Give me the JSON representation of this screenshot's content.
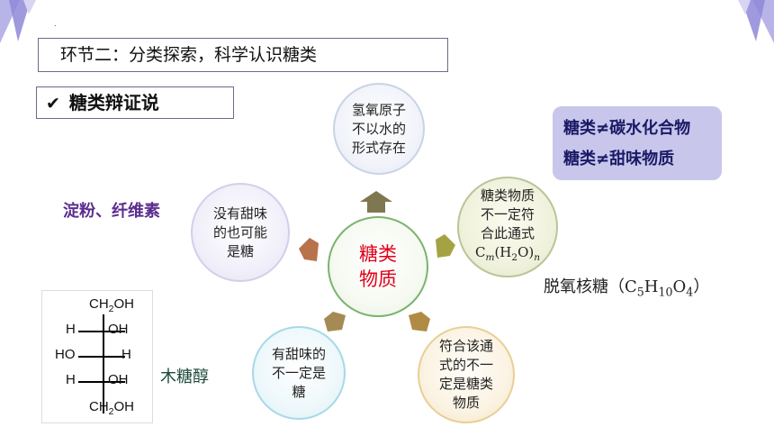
{
  "title": "环节二：分类探索，科学认识糖类",
  "subtitle": "糖类辩证说",
  "center": "糖类物质",
  "circles": {
    "top": "氢氧原子不以水的形式存在",
    "left": "没有甜味的也可能是糖",
    "right_prefix": "糖类物质不一定符合此通式",
    "right_formula": "Cm(H2O)n",
    "bottom_left": "有甜味的不一定是糖",
    "bottom_right": "符合该通式的不一定是糖类物质"
  },
  "right_box": {
    "line1": "糖类≠碳水化合物",
    "line2": "糖类≠甜味物质"
  },
  "labels": {
    "starch": "淀粉、纤维素",
    "xylitol": "木糖醇",
    "deoxyribose": "脱氧核糖（C5H10O4）"
  },
  "structure": {
    "top": "CH2OH",
    "row1": [
      "H",
      "OH"
    ],
    "row2": [
      "HO",
      "H"
    ],
    "row3": [
      "H",
      "OH"
    ],
    "bottom": "CH2OH"
  },
  "colors": {
    "center_text": "#e0001b",
    "arrow": "#8a7a55",
    "right_box_bg": "#c9c6ec"
  }
}
